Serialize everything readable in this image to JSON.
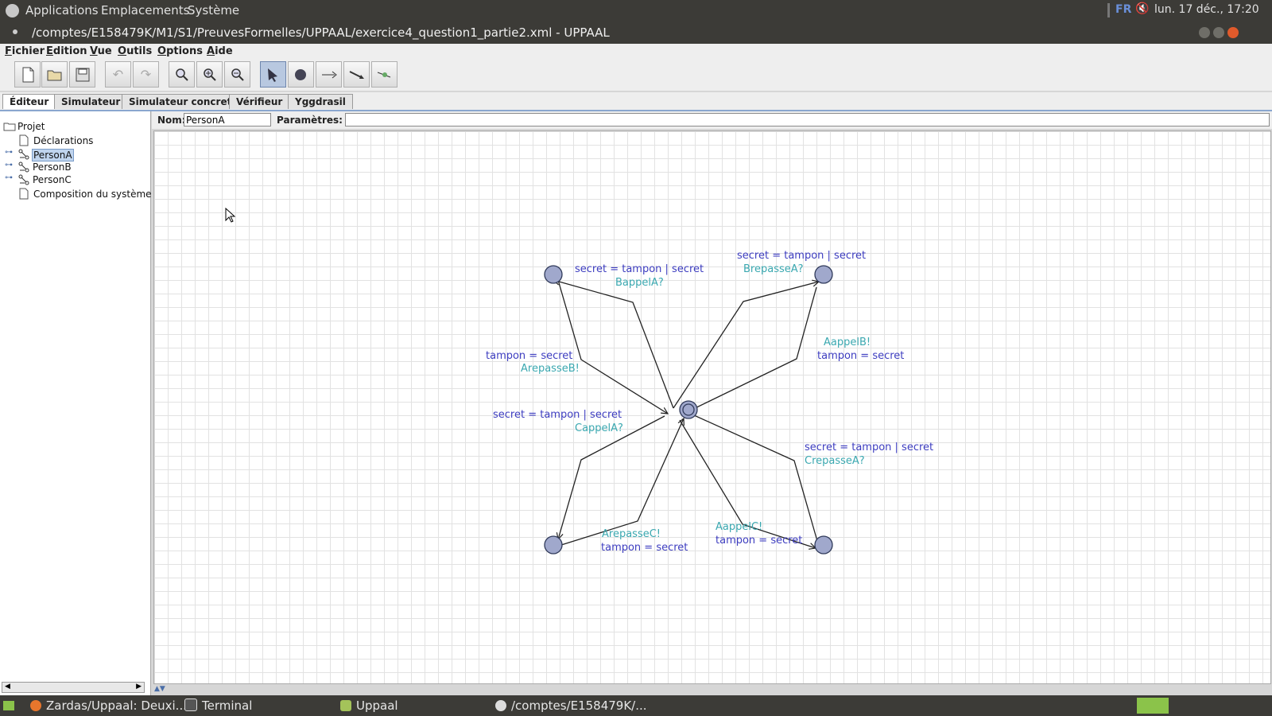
{
  "topbar": {
    "menus": [
      "Applications",
      "Emplacements",
      "Système"
    ],
    "lang": "FR",
    "clock": "lun. 17 déc., 17:20"
  },
  "window": {
    "title": "/comptes/E158479K/M1/S1/PreuvesFormelles/UPPAAL/exercice4_question1_partie2.xml - UPPAAL"
  },
  "menubar": [
    "Fichier",
    "Edition",
    "Vue",
    "Outils",
    "Options",
    "Aide"
  ],
  "toolbar": {
    "icons": [
      "new-file-icon",
      "open-folder-icon",
      "save-icon",
      "undo-icon",
      "redo-icon",
      "zoom-fit-icon",
      "zoom-in-icon",
      "zoom-out-icon",
      "select-tool-icon",
      "location-tool-icon",
      "edge-tool-icon",
      "nail-tool-icon",
      "nail-edit-icon"
    ]
  },
  "tabs": [
    "Éditeur",
    "Simulateur",
    "Simulateur concret",
    "Vérifieur",
    "Yggdrasil"
  ],
  "tree": {
    "root": "Projet",
    "items": [
      "Déclarations",
      "PersonA",
      "PersonB",
      "PersonC",
      "Composition du système"
    ],
    "selected": "PersonA"
  },
  "props": {
    "name_label": "Nom:",
    "name_value": "PersonA",
    "params_label": "Paramètres:",
    "params_value": ""
  },
  "automaton": {
    "locations": [
      "center",
      "top-left",
      "top-right",
      "bottom-left",
      "bottom-right"
    ],
    "labels": {
      "tl_update": "secret = tampon | secret",
      "tl_sync": "BappelA?",
      "tr_update": "secret = tampon | secret",
      "tr_sync": "BrepasseA?",
      "lb_update": "tampon = secret",
      "lb_sync": "ArepasseB!",
      "rb_sync": "AappelB!",
      "rb_update": "tampon = secret",
      "cl_update": "secret = tampon | secret",
      "cl_sync": "CappelA?",
      "cr_update": "secret = tampon | secret",
      "cr_sync": "CrepasseA?",
      "bl_sync": "ArepasseC!",
      "bl_update": "tampon = secret",
      "br_sync": "AappelC!",
      "br_update": "tampon = secret"
    },
    "colors": {
      "location": "#a0a8cc",
      "update": "#3d3dc0",
      "sync": "#3aa8b0"
    }
  },
  "taskbar": {
    "items": [
      "Zardas/Uppaal: Deuxi...",
      "Terminal",
      "Uppaal",
      "/comptes/E158479K/..."
    ]
  }
}
